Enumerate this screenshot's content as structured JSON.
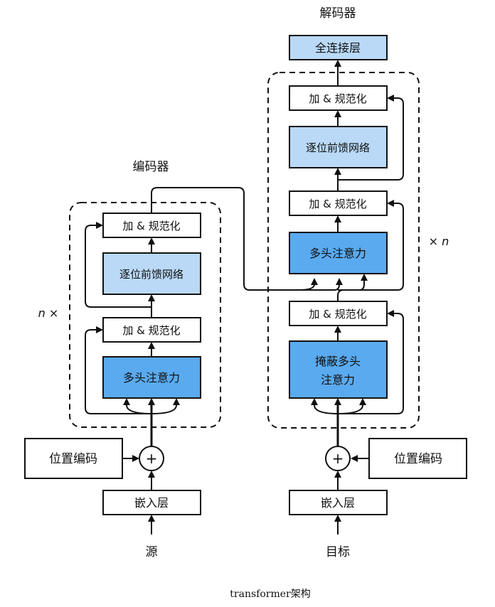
{
  "encoder": {
    "title": "编码器",
    "repeat": "n ×",
    "add_norm": "加 & 规范化",
    "ffn": "逐位前馈网络",
    "attention": "多头注意力",
    "pos_encoding": "位置编码",
    "embedding": "嵌入层",
    "input": "源"
  },
  "decoder": {
    "title": "解码器",
    "repeat": "× n",
    "fc": "全连接层",
    "add_norm": "加 & 规范化",
    "ffn": "逐位前馈网络",
    "attention": "多头注意力",
    "masked_attention_line1": "掩蔽多头",
    "masked_attention_line2": "注意力",
    "pos_encoding": "位置编码",
    "embedding": "嵌入层",
    "input": "目标"
  },
  "plus_symbol": "+",
  "caption": "transformer架构",
  "colors": {
    "light_block": "#b9d9f7",
    "attention_block": "#5aaaf0",
    "fc_block": "#b9d9f7"
  }
}
